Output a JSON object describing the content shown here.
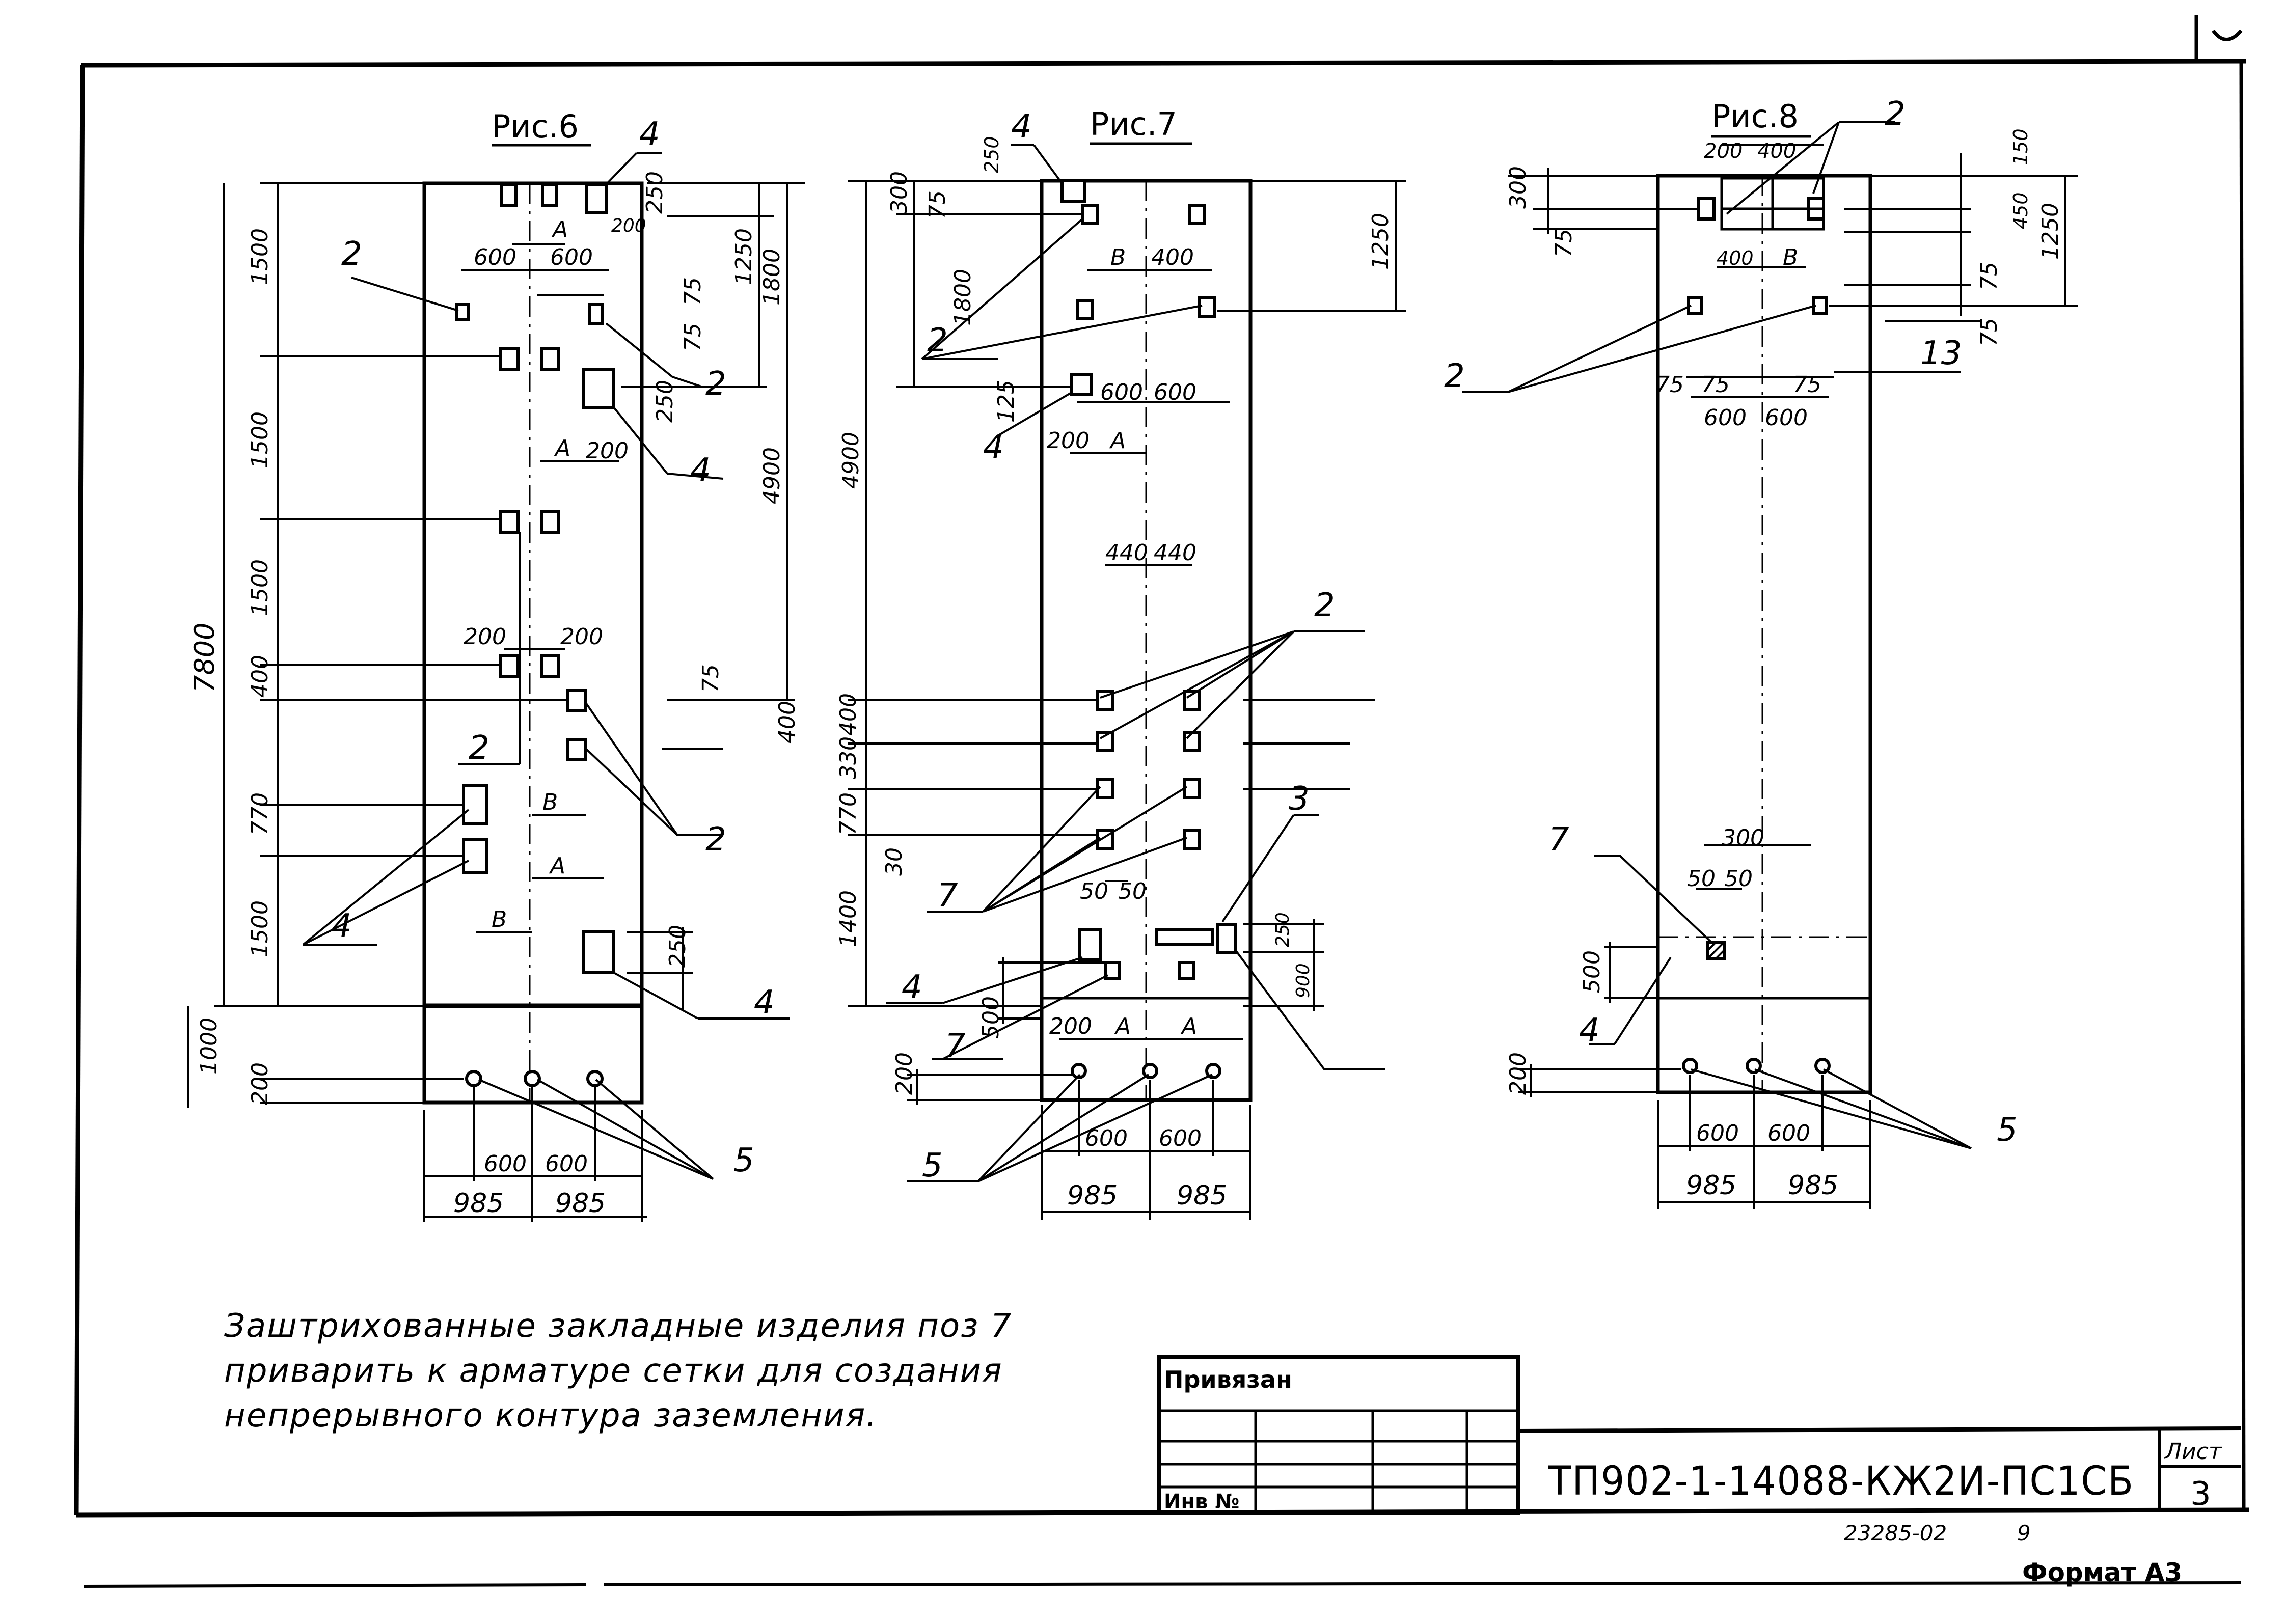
{
  "figures": [
    {
      "title": "Рис.6"
    },
    {
      "title": "Рис.7"
    },
    {
      "title": "Рис.8"
    }
  ],
  "dims": {
    "fig6": {
      "d1500a": "1500",
      "d1500b": "1500",
      "d1500c": "1500",
      "d1500d": "1500",
      "d7800": "7800",
      "d400": "400",
      "d770": "770",
      "d1000": "1000",
      "d200": "200",
      "d250a": "250",
      "d1250": "1250",
      "d1800": "1800",
      "d4900": "4900",
      "d600": "600",
      "d600b": "600",
      "d75a": "75",
      "d75b": "75",
      "d200b": "200",
      "d200c": "200",
      "d200d": "200",
      "d200e": "200",
      "d250b": "250",
      "d400b": "400",
      "d75c": "75",
      "d250c": "250",
      "bot600a": "600",
      "bot600b": "600",
      "bot985a": "985",
      "bot985b": "985",
      "A1": "A",
      "A2": "A",
      "A3": "A",
      "B1": "B",
      "B2": "B",
      "p2a": "2",
      "p2b": "2",
      "p2c": "2",
      "p2d": "2",
      "p4a": "4",
      "p4b": "4",
      "p4c": "4",
      "p4d": "4",
      "p5": "5"
    },
    "fig7": {
      "d300": "300",
      "d75a": "75",
      "d250": "250",
      "d1800": "1800",
      "d4900": "4900",
      "d400": "400",
      "d330": "330",
      "d770": "770",
      "d30": "30",
      "d1400": "1400",
      "d500": "500",
      "d200": "200",
      "d1250": "1250",
      "d400b": "400",
      "d125": "125",
      "d600a": "600",
      "d600b": "600",
      "d440a": "440",
      "d440b": "440",
      "d50a": "50",
      "d50b": "50",
      "d250b": "250",
      "d900": "900",
      "d200b": "200",
      "d200c": "200",
      "bot600a": "600",
      "bot600b": "600",
      "bot985a": "985",
      "bot985b": "985",
      "A1": "A",
      "A2": "A",
      "A3": "A",
      "B1": "B",
      "p2a": "2",
      "p2b": "2",
      "p3": "3",
      "p4a": "4",
      "p4b": "4",
      "p4c": "4",
      "p5": "5",
      "p7a": "7",
      "p7b": "7"
    },
    "fig8": {
      "d300": "300",
      "d75a": "75",
      "d200": "200",
      "d400": "400",
      "d150": "150",
      "d450": "450",
      "d1250": "1250",
      "d75b": "75",
      "d400b": "400",
      "d75c": "75",
      "d75d": "75",
      "d75e": "75",
      "d75f": "75",
      "d600a": "600",
      "d600b": "600",
      "d300b": "300",
      "d50a": "50",
      "d50b": "50",
      "d500": "500",
      "d200b": "200",
      "bot600a": "600",
      "bot600b": "600",
      "bot985a": "985",
      "bot985b": "985",
      "B1": "B",
      "p2a": "2",
      "p2b": "2",
      "p13": "13",
      "p7": "7",
      "p4": "4",
      "p5": "5"
    }
  },
  "note": {
    "line1": "Заштрихованные закладные изделия поз 7",
    "line2": "приварить к арматуре сетки для создания",
    "line3": "непрерывного контура заземления."
  },
  "title_block": {
    "privyazan": "Привязан",
    "inv_no": "Инв №",
    "doc_code": "ТП902-1-14088-КЖ2И-ПС1СБ",
    "sheet_label": "Лист",
    "sheet_number": "3",
    "archive_no": "23285-02",
    "archive_page": "9",
    "format": "Формат А3"
  }
}
